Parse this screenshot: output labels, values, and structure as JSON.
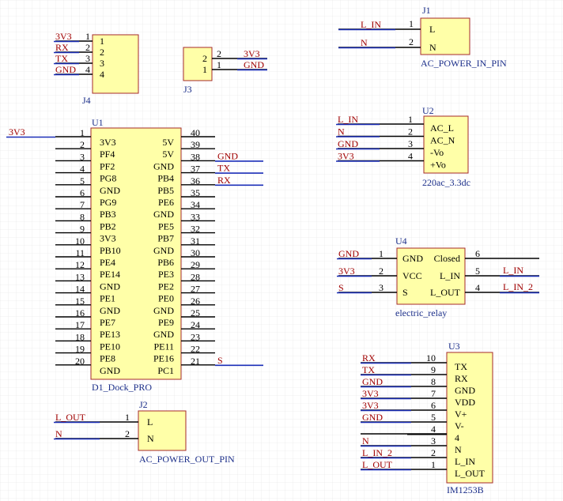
{
  "colors": {
    "background": "#ffffff",
    "grid": "#e4e4e4",
    "component_fill": "#ffffa8",
    "component_border": "#a52a2a",
    "pin_line": "#000000",
    "pin_text": "#000000",
    "designator_text": "#1c2f8a",
    "comment_text": "#1c2f8a",
    "net_label_text": "#a00000",
    "wire": "#1c2fb8"
  },
  "components": {
    "J4": {
      "designator": "J4",
      "comment": "",
      "pins": [
        {
          "num": "1",
          "name": "1",
          "net": "3V3"
        },
        {
          "num": "2",
          "name": "2",
          "net": "RX"
        },
        {
          "num": "3",
          "name": "3",
          "net": "TX"
        },
        {
          "num": "4",
          "name": "4",
          "net": "GND"
        }
      ]
    },
    "J3": {
      "designator": "J3",
      "comment": "",
      "pins": [
        {
          "num": "2",
          "name": "2",
          "net": "3V3"
        },
        {
          "num": "1",
          "name": "1",
          "net": "GND"
        }
      ]
    },
    "J1": {
      "designator": "J1",
      "comment": "AC_POWER_IN_PIN",
      "pins": [
        {
          "num": "1",
          "name": "L",
          "net": "L_IN"
        },
        {
          "num": "2",
          "name": "N",
          "net": "N"
        }
      ]
    },
    "U2": {
      "designator": "U2",
      "comment": "220ac_3.3dc",
      "pins": [
        {
          "num": "1",
          "name": "AC_L",
          "net": "L_IN"
        },
        {
          "num": "2",
          "name": "AC_N",
          "net": "N"
        },
        {
          "num": "3",
          "name": "-Vo",
          "net": "GND"
        },
        {
          "num": "4",
          "name": "+Vo",
          "net": "3V3"
        }
      ]
    },
    "U1": {
      "designator": "U1",
      "comment": "D1_Dock_PRO",
      "left_pins": [
        {
          "num": "1",
          "name": "3V3",
          "net": "3V3"
        },
        {
          "num": "2",
          "name": "PF4",
          "net": ""
        },
        {
          "num": "3",
          "name": "PF2",
          "net": ""
        },
        {
          "num": "4",
          "name": "PG8",
          "net": ""
        },
        {
          "num": "5",
          "name": "GND",
          "net": ""
        },
        {
          "num": "6",
          "name": "PG9",
          "net": ""
        },
        {
          "num": "7",
          "name": "PB3",
          "net": ""
        },
        {
          "num": "8",
          "name": "PB2",
          "net": ""
        },
        {
          "num": "9",
          "name": "3V3",
          "net": ""
        },
        {
          "num": "10",
          "name": "PB10",
          "net": ""
        },
        {
          "num": "11",
          "name": "PE4",
          "net": ""
        },
        {
          "num": "12",
          "name": "PE14",
          "net": ""
        },
        {
          "num": "13",
          "name": "GND",
          "net": ""
        },
        {
          "num": "14",
          "name": "PE1",
          "net": ""
        },
        {
          "num": "15",
          "name": "GND",
          "net": ""
        },
        {
          "num": "16",
          "name": "PE7",
          "net": ""
        },
        {
          "num": "17",
          "name": "PE13",
          "net": ""
        },
        {
          "num": "18",
          "name": "PE10",
          "net": ""
        },
        {
          "num": "19",
          "name": "PE8",
          "net": ""
        },
        {
          "num": "20",
          "name": "GND",
          "net": ""
        }
      ],
      "right_pins": [
        {
          "num": "40",
          "name": "5V",
          "net": ""
        },
        {
          "num": "39",
          "name": "5V",
          "net": ""
        },
        {
          "num": "38",
          "name": "GND",
          "net": "GND"
        },
        {
          "num": "37",
          "name": "PB4",
          "net": "TX"
        },
        {
          "num": "36",
          "name": "PB5",
          "net": "RX"
        },
        {
          "num": "35",
          "name": "PE6",
          "net": ""
        },
        {
          "num": "34",
          "name": "GND",
          "net": ""
        },
        {
          "num": "33",
          "name": "PE5",
          "net": ""
        },
        {
          "num": "32",
          "name": "PB7",
          "net": ""
        },
        {
          "num": "31",
          "name": "GND",
          "net": ""
        },
        {
          "num": "30",
          "name": "PB6",
          "net": ""
        },
        {
          "num": "29",
          "name": "PE3",
          "net": ""
        },
        {
          "num": "28",
          "name": "PE2",
          "net": ""
        },
        {
          "num": "27",
          "name": "PE0",
          "net": ""
        },
        {
          "num": "26",
          "name": "GND",
          "net": ""
        },
        {
          "num": "25",
          "name": "PE9",
          "net": ""
        },
        {
          "num": "24",
          "name": "GND",
          "net": ""
        },
        {
          "num": "23",
          "name": "PE11",
          "net": ""
        },
        {
          "num": "22",
          "name": "PE16",
          "net": ""
        },
        {
          "num": "21",
          "name": "PC1",
          "net": "S"
        }
      ]
    },
    "U4": {
      "designator": "U4",
      "comment": "electric_relay",
      "left_pins": [
        {
          "num": "1",
          "name": "GND",
          "net": "GND"
        },
        {
          "num": "2",
          "name": "VCC",
          "net": "3V3"
        },
        {
          "num": "3",
          "name": "S",
          "net": "S"
        }
      ],
      "right_pins": [
        {
          "num": "6",
          "name": "Closed",
          "net": ""
        },
        {
          "num": "5",
          "name": "L_IN",
          "net": "L_IN"
        },
        {
          "num": "4",
          "name": "L_OUT",
          "net": "L_IN_2"
        }
      ]
    },
    "U3": {
      "designator": "U3",
      "comment": "IM1253B",
      "pins": [
        {
          "num": "10",
          "name": "TX",
          "net": "RX"
        },
        {
          "num": "9",
          "name": "RX",
          "net": "TX"
        },
        {
          "num": "8",
          "name": "GND",
          "net": "GND"
        },
        {
          "num": "7",
          "name": "VDD",
          "net": "3V3"
        },
        {
          "num": "6",
          "name": "V+",
          "net": "3V3"
        },
        {
          "num": "5",
          "name": "V-",
          "net": "GND"
        },
        {
          "num": "4",
          "name": "4",
          "net": ""
        },
        {
          "num": "3",
          "name": "N",
          "net": "N"
        },
        {
          "num": "2",
          "name": "L_IN",
          "net": "L_IN_2"
        },
        {
          "num": "1",
          "name": "L_OUT",
          "net": "L_OUT"
        }
      ]
    },
    "J2": {
      "designator": "J2",
      "comment": "AC_POWER_OUT_PIN",
      "pins": [
        {
          "num": "1",
          "name": "L",
          "net": "L_OUT"
        },
        {
          "num": "2",
          "name": "N",
          "net": "N"
        }
      ]
    }
  }
}
